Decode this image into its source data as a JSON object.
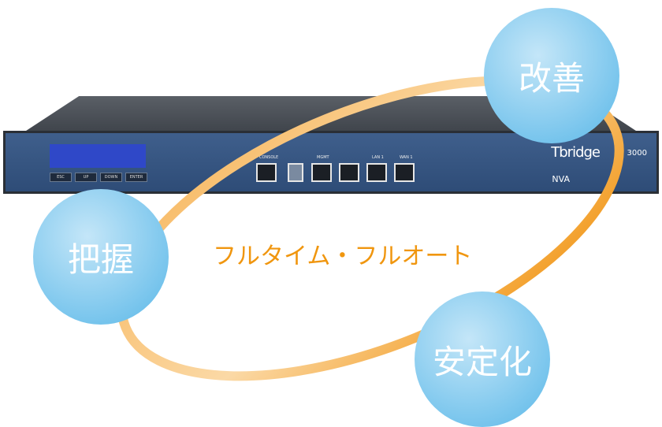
{
  "device": {
    "brand": "Tbridge",
    "model": "3000",
    "maker": "NVA",
    "keys": [
      "ESC",
      "UP",
      "DOWN",
      "ENTER"
    ],
    "ports": [
      "CONSOLE",
      "MGMT",
      "LAN 1",
      "WAN 1"
    ]
  },
  "circles": {
    "improve": "改善",
    "grasp": "把握",
    "stabilize": "安定化"
  },
  "caption": "フルタイム・フルオート",
  "colors": {
    "ring": "#f29a1d",
    "circle": "#74c3ec",
    "caption": "#f0960f"
  }
}
